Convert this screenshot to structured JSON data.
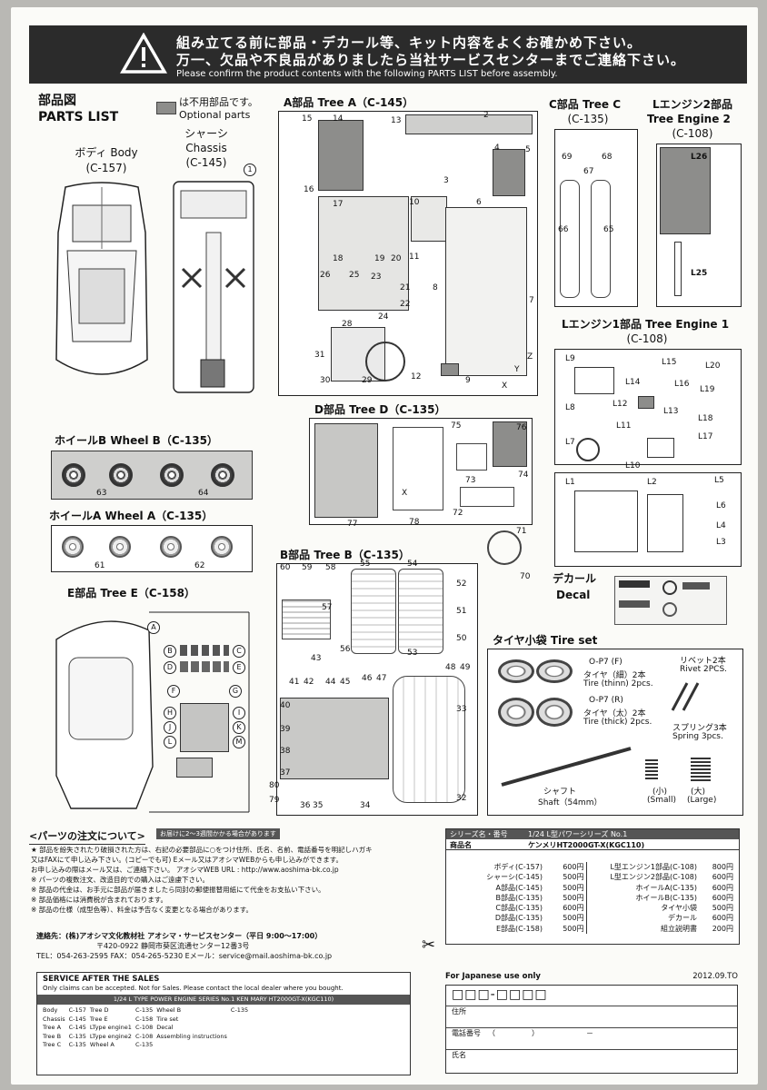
{
  "header": {
    "line1": "組み立てる前に部品・デカール等、キット内容をよくお確かめ下さい。",
    "line2": "万一、欠品や不良品がありましたら当社サービスセンターまでご連絡下さい。",
    "line3": "Please confirm the product contents with the following PARTS LIST before assembly."
  },
  "parts_list": {
    "title_jp": "部品図",
    "title_en": "PARTS LIST",
    "optional_jp": "は不用部品です。",
    "optional_en": "Optional parts"
  },
  "body": {
    "jp": "ボディ Body",
    "code": "(C-157)"
  },
  "chassis": {
    "jp": "シャーシ",
    "en": "Chassis",
    "code": "(C-145)"
  },
  "treeA": {
    "label": "A部品 Tree A（C-145）"
  },
  "treeC": {
    "label": "C部品 Tree C",
    "code": "(C-135)"
  },
  "engine2": {
    "label": "Lエンジン2部品",
    "en": "Tree Engine 2",
    "code": "(C-108)"
  },
  "engine1": {
    "label": "Lエンジン1部品 Tree Engine 1",
    "code": "(C-108)"
  },
  "treeD": {
    "label": "D部品 Tree D（C-135）"
  },
  "wheelB": {
    "label": "ホイールB Wheel B（C-135）"
  },
  "wheelA": {
    "label": "ホイールA Wheel A（C-135）"
  },
  "treeE": {
    "label": "E部品 Tree E（C-158）"
  },
  "treeB": {
    "label": "B部品 Tree B（C-135）"
  },
  "decal": {
    "jp": "デカール",
    "en": "Decal"
  },
  "tire": {
    "title": "タイヤ小袋 Tire set",
    "f1": "O-P7 (F)",
    "f2": "タイヤ（細）2本",
    "f3": "Tire (thinn) 2pcs.",
    "r1": "O-P7 (R)",
    "r2": "タイヤ（太）2本",
    "r3": "Tire (thick) 2pcs.",
    "rivet1": "リベット2本",
    "rivet2": "Rivet 2PCS.",
    "spring1": "スプリング3本",
    "spring2": "Spring 3pcs.",
    "shaft1": "シャフト",
    "shaft2": "Shaft（54mm）",
    "small1": "(小)",
    "small2": "(Small)",
    "large1": "(大)",
    "large2": "(Large)"
  },
  "order": {
    "title": "<パーツの注文について>",
    "note": "お届けに2〜3週間かかる場合があります",
    "lines": [
      "★ 部品を紛失されたり破損された方は、右記の必要部品に○をつけ住所、氏名、名前、電話番号を明記しハガキ",
      "又はFAXにて申し込み下さい。(コピーでも可) Eメール又はアオシマWEBからも申し込みができます。",
      "お申し込みの際はメール又は、ご連絡下さい。  アオシマWEB URL : http://www.aoshima-bk.co.jp",
      "※ パーツの複数注文、改造目的での購入はご遠慮下さい。",
      "※ 部品の代金は、お手元に部品が届きましたら同封の郵便振替用紙にて代金をお支払い下さい。",
      "※ 部品価格には消費税が含まれております。",
      "※ 部品の仕様（成型色等）、料金は予告なく変更となる場合があります。"
    ],
    "contact1": "連絡先：(株)アオシマ文化教材社 アオシマ・サービスセンター（平日 9:00〜17:00）",
    "contact2": "〒420-0922 静岡市葵区流通センター12番3号",
    "contact3": "TEL：054-263-2595  FAX：054-265-5230  Eメール：service@mail.aoshima-bk.co.jp"
  },
  "service": {
    "title": "SERVICE AFTER THE SALES",
    "sub": "Only claims can be accepted. Not for Sales. Please contact the local dealer where you bought.",
    "head": "1/24 L TYPE POWER ENGINE SERIES No.1 KEN MARY HT2000GT-X(KGC110)",
    "rows": [
      [
        "Body",
        "C-157",
        "Tree D",
        "C-135",
        "Wheel B",
        "C-135"
      ],
      [
        "Chassis",
        "C-145",
        "Tree E",
        "C-158",
        "Tire set",
        ""
      ],
      [
        "Tree A",
        "C-145",
        "LType engine1",
        "C-108",
        "Decal",
        ""
      ],
      [
        "Tree B",
        "C-135",
        "LType engine2",
        "C-108",
        "Assembling instructions",
        ""
      ],
      [
        "Tree C",
        "C-135",
        "Wheel A",
        "C-135",
        "",
        ""
      ]
    ]
  },
  "price": {
    "series_label": "シリーズ名・番号",
    "series": "1/24 L型パワーシリーズ No.1",
    "product_label": "商品名",
    "product": "ケンメリHT2000GT-X(KGC110)",
    "rows": [
      [
        "ボディ(C-157)",
        "600円",
        "L型エンジン1部品(C-108)",
        "800円"
      ],
      [
        "シャーシ(C-145)",
        "500円",
        "L型エンジン2部品(C-108)",
        "600円"
      ],
      [
        "A部品(C-145)",
        "500円",
        "ホイールA(C-135)",
        "600円"
      ],
      [
        "B部品(C-135)",
        "500円",
        "ホイールB(C-135)",
        "600円"
      ],
      [
        "C部品(C-135)",
        "600円",
        "タイヤ小袋",
        "500円"
      ],
      [
        "D部品(C-135)",
        "500円",
        "デカール",
        "600円"
      ],
      [
        "E部品(C-158)",
        "500円",
        "組立説明書",
        "200円"
      ]
    ]
  },
  "japan": {
    "title": "For Japanese use only",
    "date": "2012.09.TO",
    "zip": "□□□-□□□□",
    "addr": "住所",
    "tel": "電話番号",
    "tel_paren": "（　　　　　）　　　　　　　－",
    "name": "氏名"
  }
}
